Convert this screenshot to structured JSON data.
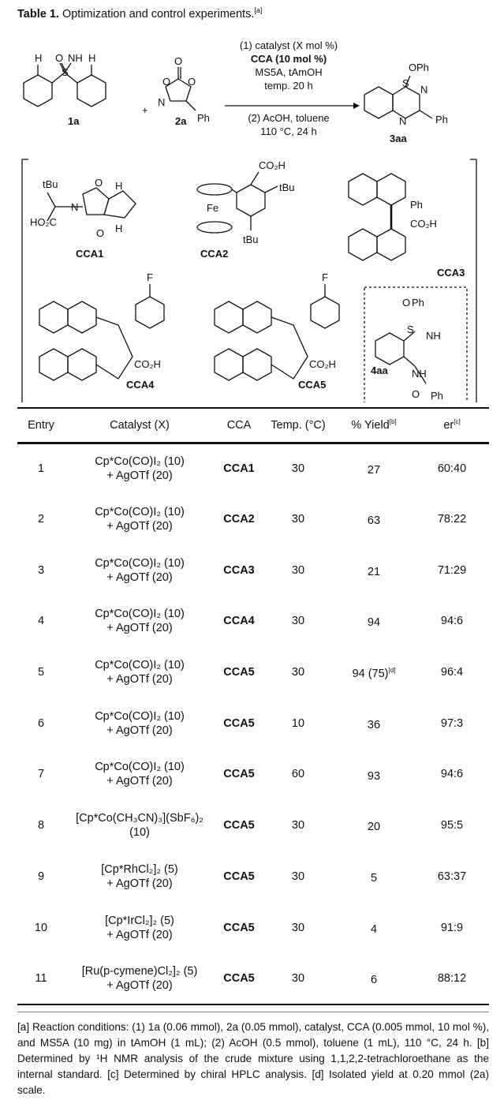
{
  "title": {
    "label": "Table 1.",
    "text": "Optimization and control experiments.",
    "ref": "[a]"
  },
  "scheme": {
    "sm1": "1a",
    "sm2": "2a",
    "product": "3aa",
    "control": "4aa",
    "cond1": [
      "(1) catalyst (X mol %)",
      "CCA (10 mol %)",
      "MS5A, tAmOH",
      "temp. 20 h"
    ],
    "cond2": [
      "(2) AcOH, toluene",
      "110 °C, 24 h"
    ],
    "cca_labels": [
      "CCA1",
      "CCA2",
      "CCA3",
      "CCA4",
      "CCA5"
    ]
  },
  "table": {
    "headers": {
      "entry": "Entry",
      "catalyst": "Catalyst (X)",
      "cca": "CCA",
      "temp": "Temp. (°C)",
      "yield": "% Yield",
      "yield_ref": "[b]",
      "er": "er",
      "er_ref": "[c]"
    },
    "rows": [
      {
        "entry": "1",
        "cat1": "Cp*Co(CO)I₂ (10)",
        "cat2": "+ AgOTf (20)",
        "cca": "CCA1",
        "temp": "30",
        "yield": "27",
        "yield_ref": "",
        "er": "60:40"
      },
      {
        "entry": "2",
        "cat1": "Cp*Co(CO)I₂ (10)",
        "cat2": "+ AgOTf (20)",
        "cca": "CCA2",
        "temp": "30",
        "yield": "63",
        "yield_ref": "",
        "er": "78:22"
      },
      {
        "entry": "3",
        "cat1": "Cp*Co(CO)I₂ (10)",
        "cat2": "+ AgOTf (20)",
        "cca": "CCA3",
        "temp": "30",
        "yield": "21",
        "yield_ref": "",
        "er": "71:29"
      },
      {
        "entry": "4",
        "cat1": "Cp*Co(CO)I₂ (10)",
        "cat2": "+ AgOTf (20)",
        "cca": "CCA4",
        "temp": "30",
        "yield": "94",
        "yield_ref": "",
        "er": "94:6"
      },
      {
        "entry": "5",
        "cat1": "Cp*Co(CO)I₂ (10)",
        "cat2": "+ AgOTf (20)",
        "cca": "CCA5",
        "temp": "30",
        "yield": "94 (75)",
        "yield_ref": "[d]",
        "er": "96:4"
      },
      {
        "entry": "6",
        "cat1": "Cp*Co(CO)I₂ (10)",
        "cat2": "+ AgOTf (20)",
        "cca": "CCA5",
        "temp": "10",
        "yield": "36",
        "yield_ref": "",
        "er": "97:3"
      },
      {
        "entry": "7",
        "cat1": "Cp*Co(CO)I₂ (10)",
        "cat2": "+ AgOTf (20)",
        "cca": "CCA5",
        "temp": "60",
        "yield": "93",
        "yield_ref": "",
        "er": "94:6"
      },
      {
        "entry": "8",
        "cat1": "[Cp*Co(CH₃CN)₃](SbF₆)₂",
        "cat2": "(10)",
        "cca": "CCA5",
        "temp": "30",
        "yield": "20",
        "yield_ref": "",
        "er": "95:5"
      },
      {
        "entry": "9",
        "cat1": "[Cp*RhCl₂]₂ (5)",
        "cat2": "+ AgOTf (20)",
        "cca": "CCA5",
        "temp": "30",
        "yield": "5",
        "yield_ref": "",
        "er": "63:37"
      },
      {
        "entry": "10",
        "cat1": "[Cp*IrCl₂]₂ (5)",
        "cat2": "+ AgOTf (20)",
        "cca": "CCA5",
        "temp": "30",
        "yield": "4",
        "yield_ref": "",
        "er": "91:9"
      },
      {
        "entry": "11",
        "cat1": "[Ru(p-cymene)Cl₂]₂ (5)",
        "cat2": "+ AgOTf (20)",
        "cca": "CCA5",
        "temp": "30",
        "yield": "6",
        "yield_ref": "",
        "er": "88:12"
      }
    ]
  },
  "footnote": "[a] Reaction conditions: (1) 1a (0.06 mmol), 2a (0.05 mmol), catalyst, CCA (0.005 mmol, 10 mol %), and MS5A (10 mg) in tAmOH (1 mL); (2) AcOH (0.5 mmol), toluene (1 mL), 110 °C, 24 h. [b] Determined by ¹H NMR analysis of the crude mixture using 1,1,2,2-tetrachloroethane as the internal standard. [c] Determined by chiral HPLC analysis. [d] Isolated yield at 0.20 mmol (2a) scale."
}
